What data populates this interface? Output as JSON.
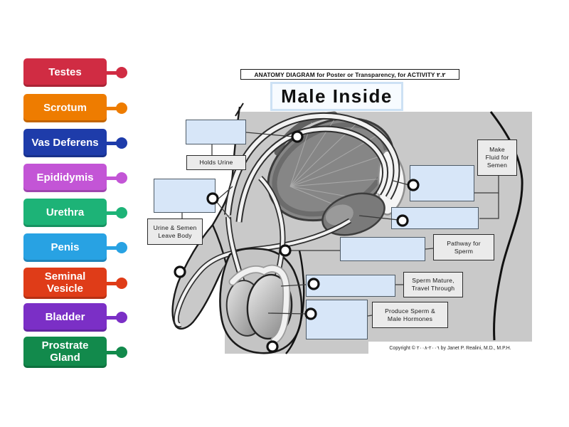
{
  "header": {
    "strip": "ANATOMY DIAGRAM for Poster or Transparency, for ACTIVITY ٢.٢",
    "title": "Male Inside"
  },
  "labels": [
    {
      "text": "Testes",
      "color": "#d02c43"
    },
    {
      "text": "Scrotum",
      "color": "#ee7c00"
    },
    {
      "text": "Vas Deferens",
      "color": "#1e3caa"
    },
    {
      "text": "Epididymis",
      "color": "#c355d6"
    },
    {
      "text": "Urethra",
      "color": "#1db377"
    },
    {
      "text": "Penis",
      "color": "#28a2e3"
    },
    {
      "text": "Seminal Vesicle",
      "color": "#df3c18"
    },
    {
      "text": "Bladder",
      "color": "#7b2fc6"
    },
    {
      "text": "Prostrate Gland",
      "color": "#128a4c"
    }
  ],
  "captions": {
    "holds_urine": "Holds Urine",
    "urine_semen": "Urine & Semen\nLeave Body",
    "make_fluid": "Make\nFluid for\nSemen",
    "pathway": "Pathway for\nSperm",
    "sperm_mature": "Sperm Mature,\nTravel Through",
    "produce": "Produce Sperm &\nMale Hormones"
  },
  "copyright": "Copyright © ٢٠٠٦-٢٠٠٨ by Janet P. Realini, M.D., M.P.H.",
  "diagram_colors": {
    "body_gray": "#c9c9c9",
    "dropzone_blue": "#d7e6f8",
    "caption_gray": "#ebebeb",
    "outline_black": "#1a1a1a"
  }
}
